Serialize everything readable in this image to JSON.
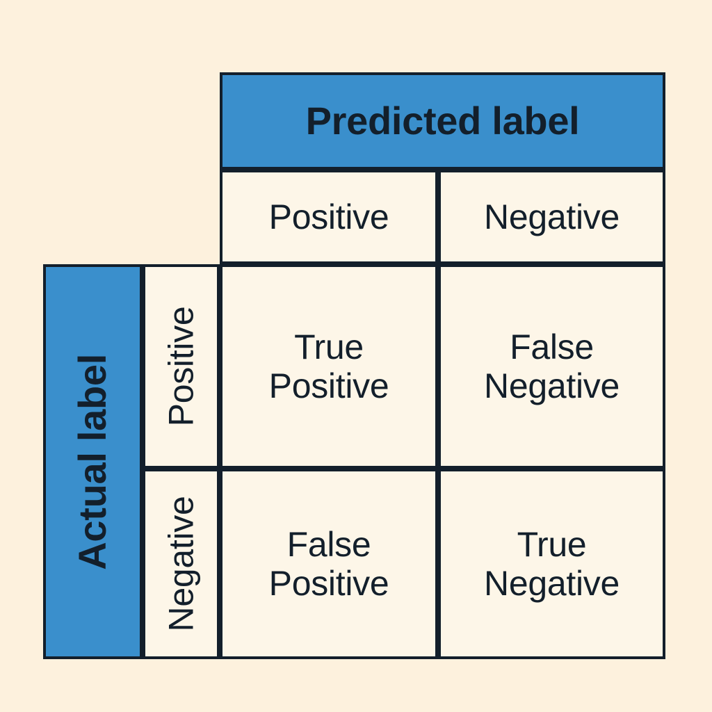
{
  "diagram": {
    "type": "confusion-matrix",
    "background_color": "#FDF1DD",
    "cell_color": "#FDF6E8",
    "accent_color": "#3A8FCC",
    "line_color": "#131F2B"
  },
  "axes": {
    "predicted": {
      "banner_label": "Predicted label",
      "categories": [
        "Positive",
        "Negative"
      ]
    },
    "actual": {
      "banner_label": "Actual label",
      "categories": [
        "Positive",
        "Negative"
      ]
    }
  },
  "cells": {
    "true_positive": {
      "line1": "True",
      "line2": "Positive"
    },
    "false_negative": {
      "line1": "False",
      "line2": "Negative"
    },
    "false_positive": {
      "line1": "False",
      "line2": "Positive"
    },
    "true_negative": {
      "line1": "True",
      "line2": "Negative"
    }
  }
}
